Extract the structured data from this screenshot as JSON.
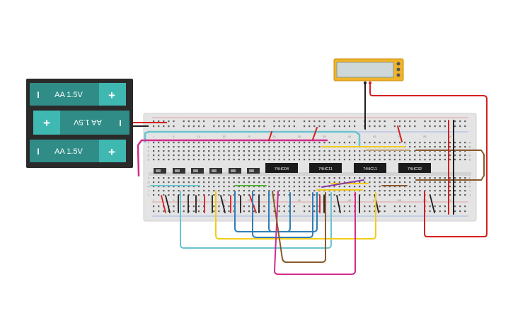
{
  "battery_pack": {
    "cells": [
      {
        "label": "AA 1.5V",
        "flipped": false
      },
      {
        "label": "AA 1.5V",
        "flipped": true
      },
      {
        "label": "AA 1.5V",
        "flipped": false
      }
    ],
    "plus_symbol": "+",
    "minus_symbol": "I"
  },
  "multimeter": {
    "reading": ""
  },
  "chips": [
    {
      "label": "74HC04"
    },
    {
      "label": "74HC11"
    },
    {
      "label": "74HC11"
    },
    {
      "label": "74HC32"
    }
  ],
  "breadboard": {
    "column_numbers": [
      "1",
      "5",
      "10",
      "15",
      "20",
      "25",
      "30",
      "35",
      "40",
      "45",
      "50",
      "55",
      "60"
    ],
    "row_letters": [
      "A",
      "B",
      "C",
      "D",
      "E",
      "F",
      "G",
      "H",
      "I",
      "J"
    ]
  },
  "colors": {
    "battery_body": "#2f8c87",
    "battery_cap": "#3fb8b1",
    "battery_holder": "#2a2a2a",
    "breadboard": "#e4e4e4",
    "multimeter_body": "#f0b429",
    "red": "#d42020",
    "black": "#1f1f1f",
    "cyan": "#69c3d0",
    "yellow": "#f2cd1a",
    "blue": "#2f7fb8",
    "magenta": "#d12c8c",
    "brown": "#8a5a2a",
    "green": "#53b532",
    "purple": "#8a3aa8"
  }
}
